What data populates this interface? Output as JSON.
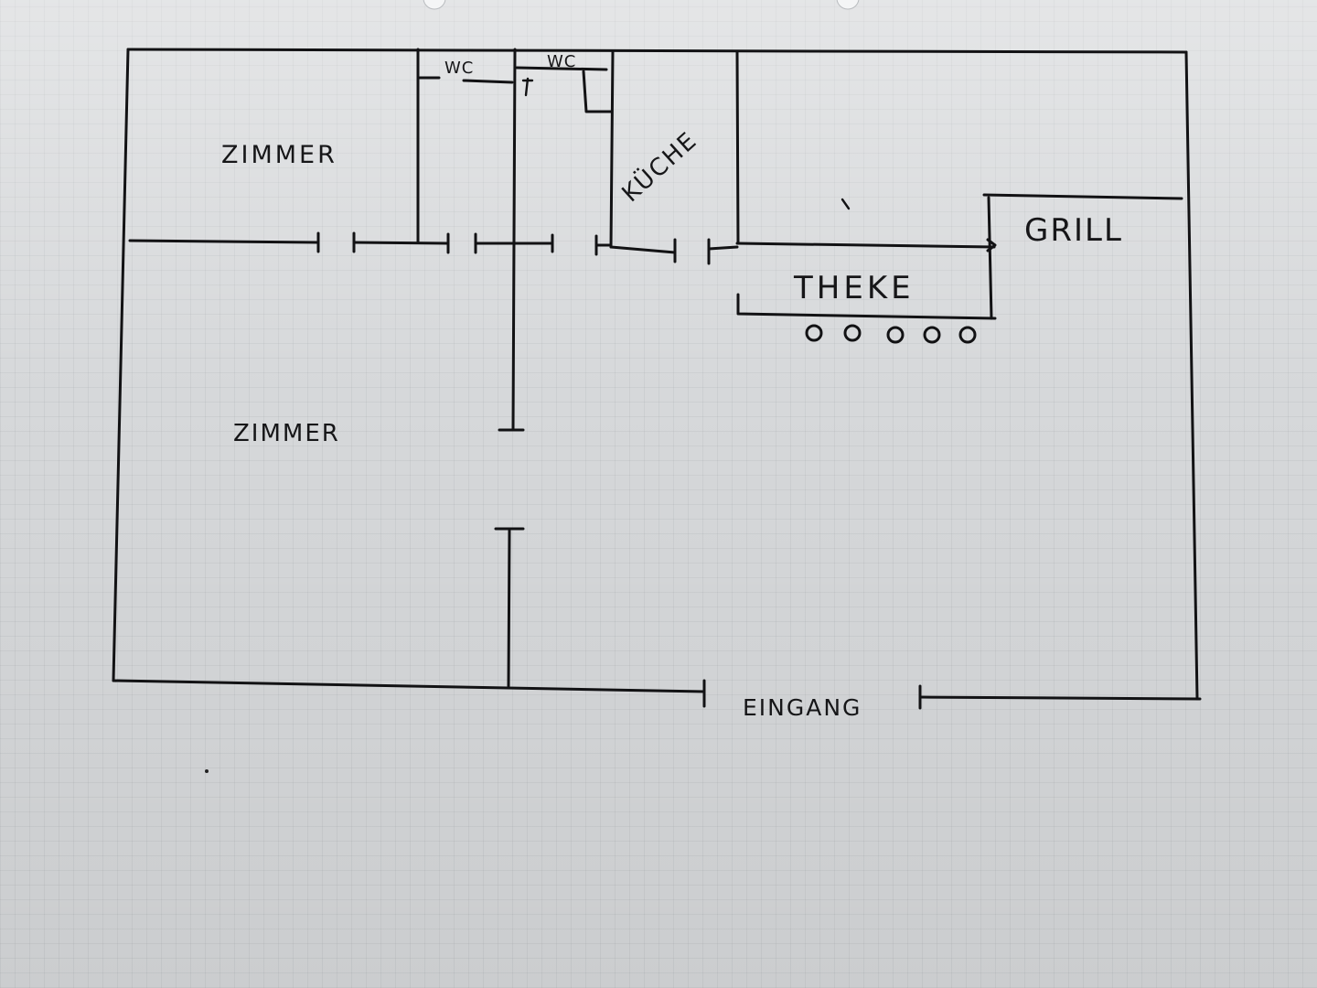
{
  "floor_plan": {
    "rooms": {
      "room_top_left": "ZIMMER",
      "room_bottom_left": "ZIMMER",
      "wc_1": "WC",
      "wc_2": "WC",
      "kitchen": "KÜCHE",
      "grill": "GRILL",
      "counter": "THEKE",
      "entrance": "EINGANG"
    },
    "bar_stools": 5,
    "colors": {
      "ink": "#121214",
      "paper": "#d6d8da"
    }
  }
}
